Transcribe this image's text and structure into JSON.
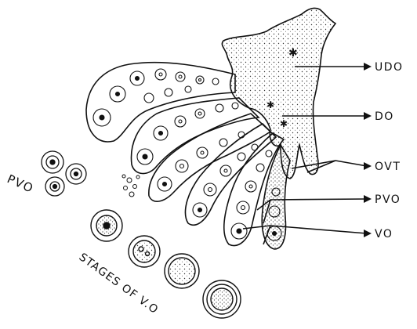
{
  "labels": {
    "udo": "UDO",
    "do": "DO",
    "ovt": "OVT",
    "pvo": "PVO",
    "vo": "VO",
    "left_pvo": "PVO",
    "stages": "STAGES OF V.O"
  },
  "colors": {
    "ink": "#111111",
    "paper": "#ffffff"
  }
}
